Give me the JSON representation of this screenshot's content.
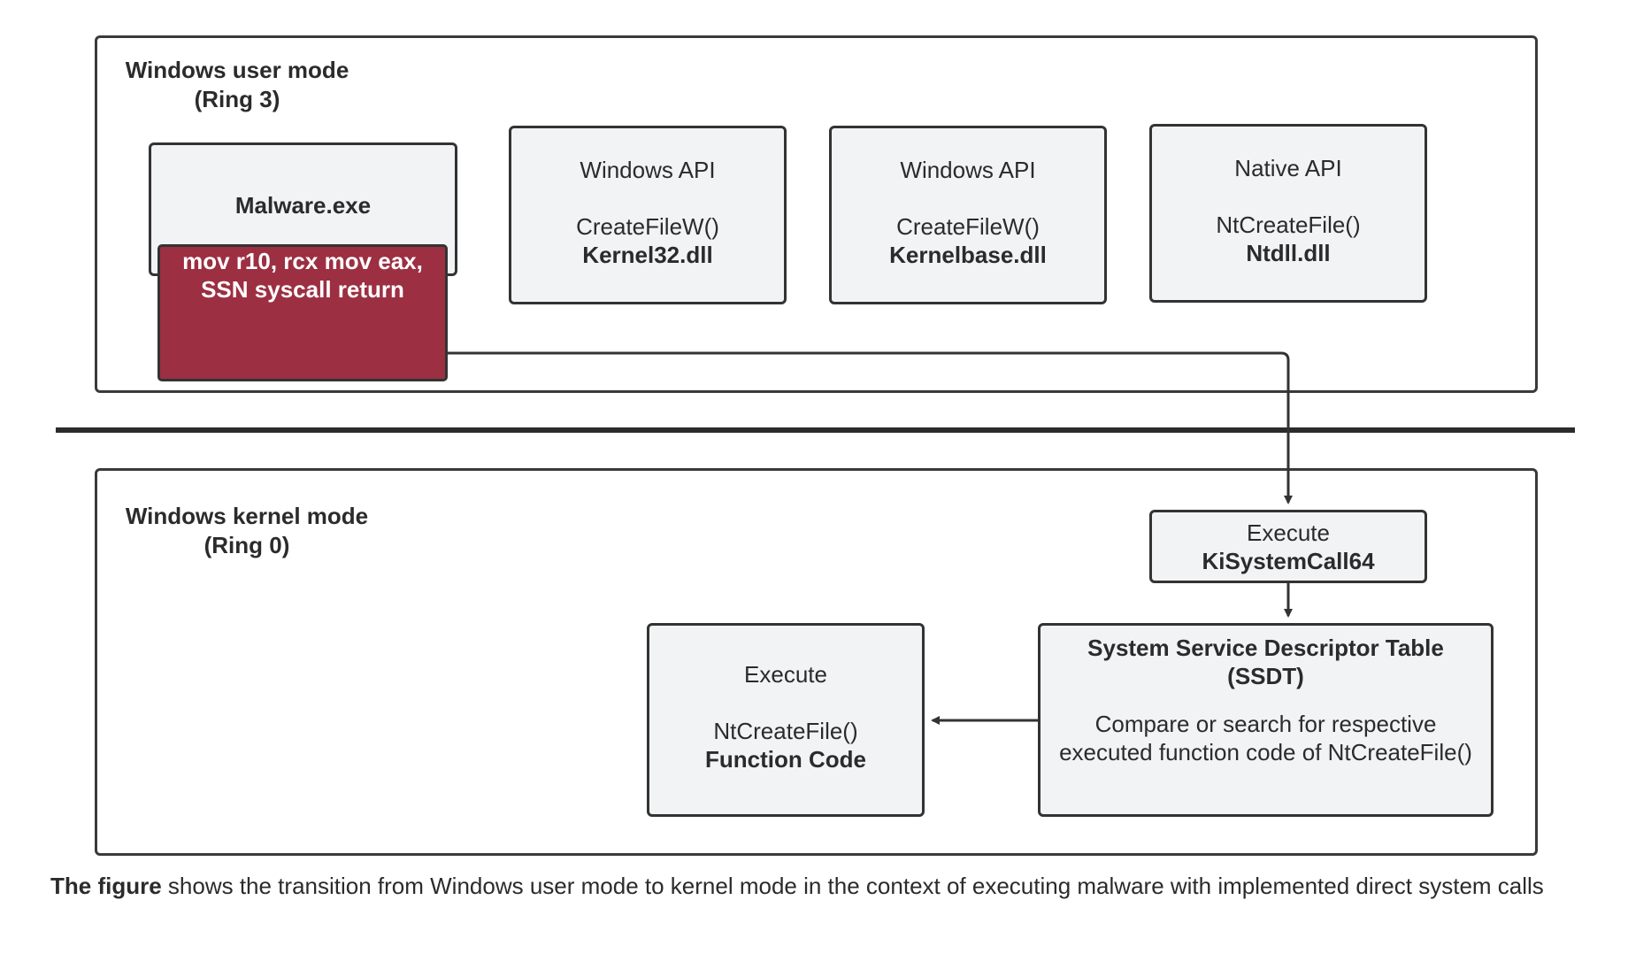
{
  "user_mode": {
    "label_line1": "Windows user mode",
    "label_line2": "(Ring 3)"
  },
  "kernel_mode": {
    "label_line1": "Windows kernel mode",
    "label_line2": "(Ring 0)"
  },
  "malware": {
    "title": "Malware.exe",
    "code": [
      "mov r10, rcx",
      "mov eax, SSN",
      "syscall",
      "return"
    ]
  },
  "api_kernel32": {
    "title": "Windows API",
    "function": "CreateFileW()",
    "dll": "Kernel32.dll"
  },
  "api_kernelbase": {
    "title": "Windows API",
    "function": "CreateFileW()",
    "dll": "Kernelbase.dll"
  },
  "native_api": {
    "title": "Native API",
    "function": "NtCreateFile()",
    "dll": "Ntdll.dll"
  },
  "kisystemcall": {
    "line1": "Execute",
    "line2": "KiSystemCall64"
  },
  "ssdt": {
    "title_line1": "System Service Descriptor Table",
    "title_line2": "(SSDT)",
    "desc_line1": "Compare or search for respective",
    "desc_line2": "executed function code of NtCreateFile()"
  },
  "function_code": {
    "line1": "Execute",
    "line2": "NtCreateFile()",
    "line3": "Function Code"
  },
  "caption": {
    "bold": "The figure",
    "text": " shows the transition from Windows user mode to kernel mode in the context of executing malware with implemented direct system calls"
  },
  "colors": {
    "code_box": "#9c2f42",
    "box_fill": "#f2f3f5",
    "stroke": "#333333"
  }
}
